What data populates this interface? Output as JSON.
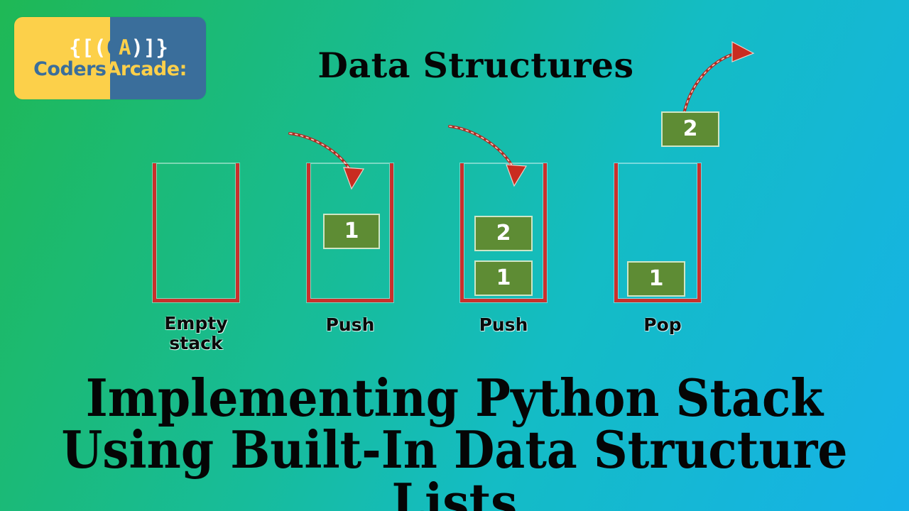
{
  "background": {
    "gradient_from": "#1FB855",
    "gradient_mid": "#14BCC4",
    "gradient_to": "#16B2E8"
  },
  "logo": {
    "name": "coders-arcade-logo",
    "brackets": {
      "left": "{[(",
      "c": "C",
      "a": "A",
      "right": ")]}"
    },
    "word_left": "Coders",
    "word_right": "Arcade:",
    "color_left_panel": "#FCD04A",
    "color_right_panel": "#3A6E9B"
  },
  "headings": {
    "top_title": "Data Structures",
    "bottom_line1": "Implementing Python Stack",
    "bottom_line2": "Using Built-In Data Structure Lists"
  },
  "diagram": {
    "vessel_border_color": "#B5312B",
    "cell_fill_color": "#5E8C34",
    "cell_border_color": "#CFE6C6",
    "cell_text_color": "#FFFFFF",
    "arrow_color": "#B02B22",
    "arrowhead_color": "#C92C20",
    "stacks": [
      {
        "id": "empty-stack",
        "caption": "Empty\nstack",
        "cells": [],
        "arrow": "none"
      },
      {
        "id": "push-one",
        "caption": "Push",
        "cells": [
          "1"
        ],
        "arrow": "inbound-down-right"
      },
      {
        "id": "push-two",
        "caption": "Push",
        "cells": [
          "2",
          "1"
        ],
        "arrow": "inbound-down-right"
      },
      {
        "id": "pop-two",
        "caption": "Pop",
        "cells": [
          "1"
        ],
        "ejected_cell": "2",
        "arrow": "outbound-up-right"
      }
    ]
  }
}
